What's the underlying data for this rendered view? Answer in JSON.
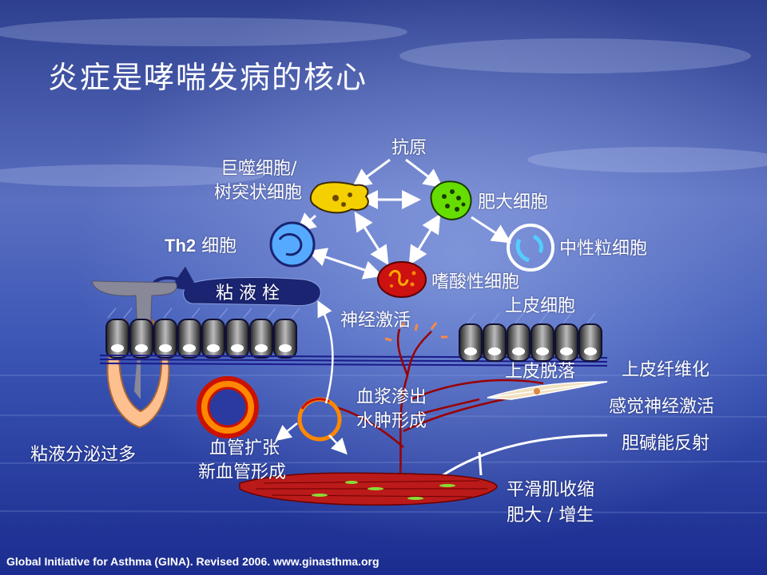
{
  "title": "炎症是哮喘发病的核心",
  "labels": {
    "antigen": "抗原",
    "macrophage_1": "巨噬细胞/",
    "macrophage_2": "树突状细胞",
    "mast_cell": "肥大细胞",
    "th2_prefix": "Th2",
    "th2_suffix": " 细胞",
    "neutrophil": "中性粒细胞",
    "eosinophil": "嗜酸性细胞",
    "mucus_plug": "粘 液 栓",
    "nerve_activation": "神经激活",
    "epithelial_cell": "上皮细胞",
    "epithelial_shedding": "上皮脱落",
    "epithelial_fibrosis": "上皮纤维化",
    "plasma_exudation_1": "血浆渗出",
    "plasma_exudation_2": "水肿形成",
    "sensory_nerve": "感觉神经激活",
    "mucus_hypersecretion": "粘液分泌过多",
    "vasodilation_1": "血管扩张",
    "vasodilation_2": "新血管形成",
    "cholinergic_reflex": "胆碱能反射",
    "smooth_muscle_1": "平滑肌收缩",
    "smooth_muscle_2": "肥大 / 增生"
  },
  "footer": "Global Initiative for Asthma (GINA). Revised 2006. www.ginasthma.org",
  "colors": {
    "background_top": "#3a4fa8",
    "background_bottom": "#1a2a8a",
    "text": "#ffffff",
    "macrophage": "#f4d000",
    "mast_cell": "#66dd00",
    "th2": "#55aaff",
    "eosinophil": "#cc1111",
    "vessel": "#cc2200",
    "nerve": "#aa0000"
  }
}
